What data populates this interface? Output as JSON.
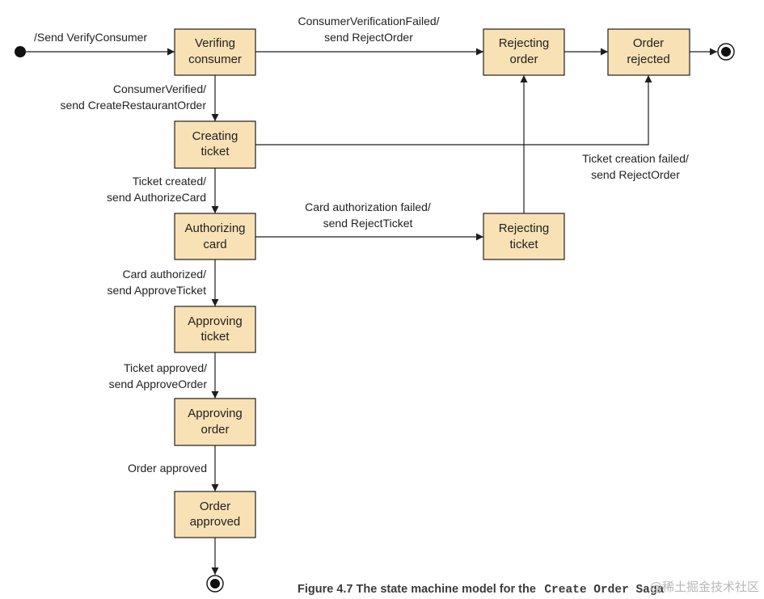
{
  "states": {
    "verifying_consumer": [
      "Verifing",
      "consumer"
    ],
    "creating_ticket": [
      "Creating",
      "ticket"
    ],
    "authorizing_card": [
      "Authorizing",
      "card"
    ],
    "approving_ticket": [
      "Approving",
      "ticket"
    ],
    "approving_order": [
      "Approving",
      "order"
    ],
    "order_approved": [
      "Order",
      "approved"
    ],
    "rejecting_order": [
      "Rejecting",
      "order"
    ],
    "order_rejected": [
      "Order",
      "rejected"
    ],
    "rejecting_ticket": [
      "Rejecting",
      "ticket"
    ]
  },
  "transitions": {
    "start": [
      "/Send VerifyConsumer"
    ],
    "consumer_verified": [
      "ConsumerVerified/",
      "send CreateRestaurantOrder"
    ],
    "consumer_verification_failed": [
      "ConsumerVerificationFailed/",
      "send RejectOrder"
    ],
    "ticket_created": [
      "Ticket created/",
      "send AuthorizeCard"
    ],
    "ticket_creation_failed": [
      "Ticket creation failed/",
      "send RejectOrder"
    ],
    "card_authorized": [
      "Card authorized/",
      "send ApproveTicket"
    ],
    "card_authorization_failed": [
      "Card authorization failed/",
      "send RejectTicket"
    ],
    "ticket_approved": [
      "Ticket approved/",
      "send ApproveOrder"
    ],
    "order_approved": [
      "Order approved"
    ]
  },
  "caption": {
    "prefix": "Figure 4.7   The state machine model for the",
    "code": "Create Order Saga",
    "watermark": "@稀土掘金技术社区"
  },
  "colors": {
    "state_fill": "#f8e1b4",
    "state_border": "#1e1e1e",
    "line": "#1e1e1e"
  }
}
